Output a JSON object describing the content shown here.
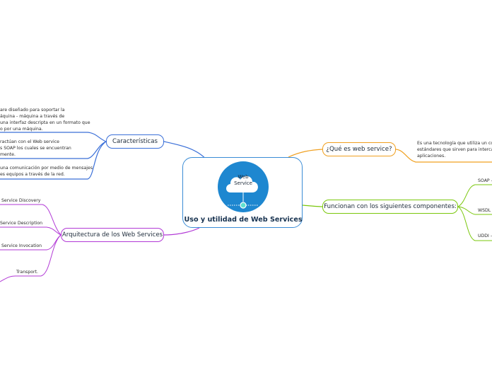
{
  "center": {
    "title": "Uso y utilidad de Web Services",
    "icon_label_line1": "Web",
    "icon_label_line2": "Service",
    "icon": "cloud-network-icon"
  },
  "topics": {
    "caracteristicas": {
      "label": "Características",
      "color": "#3a6fd8",
      "notes": [
        [
          "are diseñado para soportar la",
          "áquina - máquina a través de",
          "una interfaz descripta en un formato que",
          "o por una máquina."
        ],
        [
          "ractúan con el Web service",
          "s SOAP los cuales se encuentran",
          "mente."
        ],
        [
          "una comunicación por medio de mensajes",
          "es equipos a través de la red."
        ]
      ]
    },
    "arquitectura": {
      "label": "Arquitectura de los Web Services",
      "color": "#b23ad6",
      "items": [
        "Service Discovery",
        "Service Description",
        "Service Invocation",
        "Transport."
      ]
    },
    "que_es": {
      "label": "¿Qué es web service?",
      "color": "#f0a020",
      "notes": [
        "Es una tecnología que utiliza un conju",
        "estándares que sirven para intercamb",
        "aplicaciones."
      ]
    },
    "funcionan": {
      "label": "Funcionan con los siguientes componentes:",
      "color": "#7ac70c",
      "items": [
        "SOAP -",
        "WSDL -",
        "UDDI -"
      ]
    }
  }
}
